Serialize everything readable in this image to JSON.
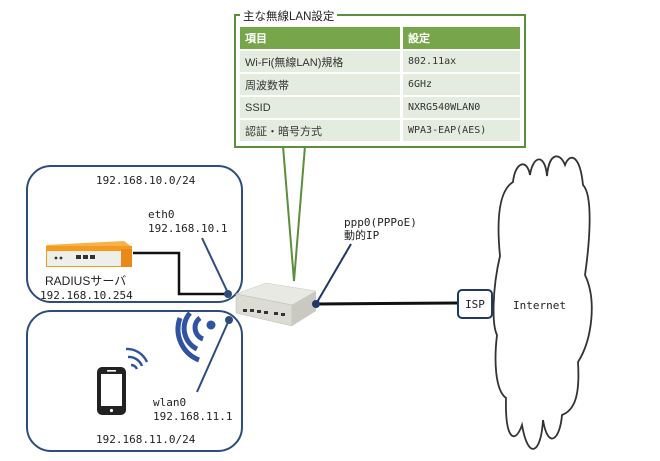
{
  "callout": {
    "title": "主な無線LAN設定",
    "headers": [
      "項目",
      "設定"
    ],
    "rows": [
      {
        "key": "Wi-Fi(無線LAN)規格",
        "value": "802.11ax"
      },
      {
        "key": "周波数帯",
        "value": "6GHz"
      },
      {
        "key": "SSID",
        "value": "NXRG540WLAN0"
      },
      {
        "key": "認証・暗号方式",
        "value": "WPA3-EAP(AES)"
      }
    ]
  },
  "lan_network": {
    "subnet": "192.168.10.0/24",
    "interface": "eth0",
    "interface_ip": "192.168.10.1",
    "server_name": "RADIUSサーバ",
    "server_ip": "192.168.10.254"
  },
  "wlan_network": {
    "subnet": "192.168.11.0/24",
    "interface": "wlan0",
    "interface_ip": "192.168.11.1"
  },
  "wan": {
    "interface": "ppp0(PPPoE)",
    "address": "動的IP",
    "isp_label": "ISP",
    "internet_label": "Internet"
  },
  "colors": {
    "network_border": "#2e4d7d",
    "callout_green": "#5b8f3c",
    "header_green": "#77a64a",
    "row_bg": "#e4ebdf",
    "router_orange": "#f39a1f",
    "wifi_blue": "#2f53a1"
  }
}
